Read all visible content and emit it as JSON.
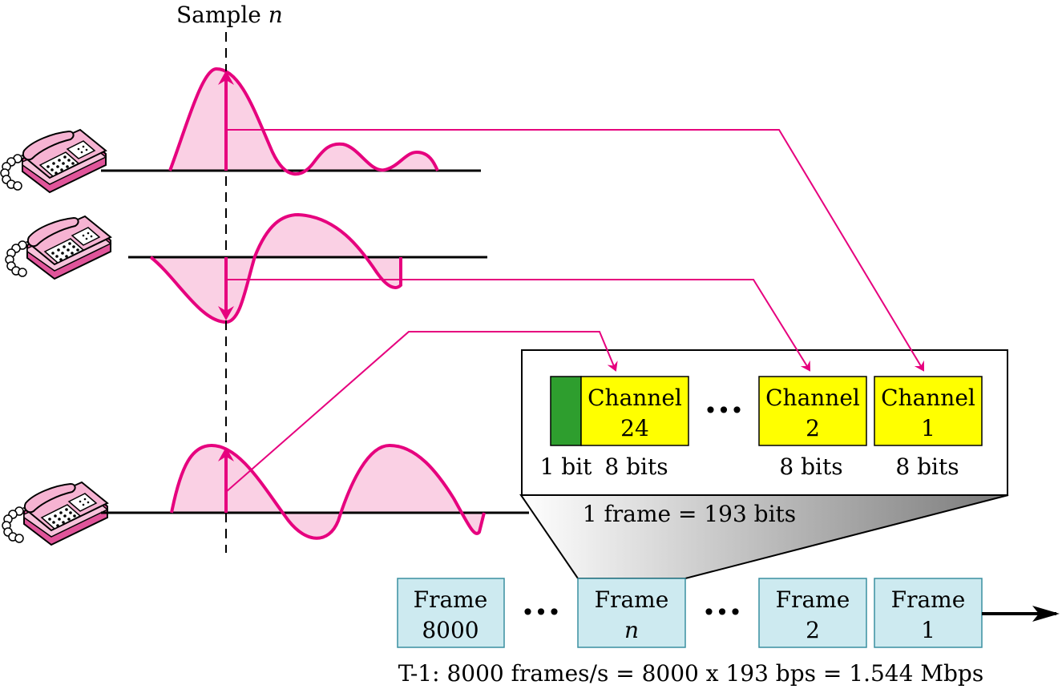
{
  "sample_label": {
    "text": "Sample ",
    "var": "n"
  },
  "colors": {
    "signal": "#E6007E",
    "signal_fill": "#FAD0E4",
    "channel_fill": "#FFFF00",
    "framing_bit": "#2E9E2E",
    "frame_fill": "#CDEAF0",
    "frame_stroke": "#3A8FA0",
    "phone_body": "#F6B3D2",
    "phone_base": "#E0559A"
  },
  "frame_detail": {
    "channels": [
      {
        "line1": "Channel",
        "line2": "24",
        "bits": "8 bits"
      },
      {
        "line1": "Channel",
        "line2": "2",
        "bits": "8 bits"
      },
      {
        "line1": "Channel",
        "line2": "1",
        "bits": "8 bits"
      }
    ],
    "framing_bit_label": "1 bit",
    "ellipsis": "•••",
    "total": "1 frame = 193 bits"
  },
  "frames": [
    {
      "line1": "Frame",
      "line2": "8000",
      "italic": false
    },
    {
      "line1": "Frame",
      "line2": "n",
      "italic": true
    },
    {
      "line1": "Frame",
      "line2": "2",
      "italic": false
    },
    {
      "line1": "Frame",
      "line2": "1",
      "italic": false
    }
  ],
  "frames_ellipsis": "•••",
  "caption": {
    "text": "T-1: 8000 frames/s = 8000 x 193 bps = 1.544 Mbps"
  },
  "icons": [
    "telephone-icon",
    "telephone-icon",
    "telephone-icon",
    "arrow-right-icon"
  ]
}
